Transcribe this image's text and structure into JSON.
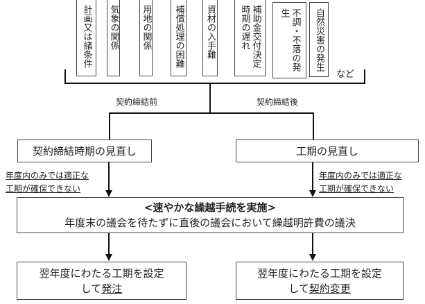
{
  "causes": [
    "計画又は諸条件",
    "気象の関係",
    "用地の関係",
    "補償処理の困難",
    "資材の入手難",
    "補助金交付決定時期の遅れ",
    "不調・不落の発生",
    "自然災害の発生"
  ],
  "etc": "など",
  "branch_before": "契約締結前",
  "branch_after": "契約締結後",
  "left_box": "契約締結時期の見直し",
  "right_box": "工期の見直し",
  "note_line1": "年度内のみでは適正な",
  "note_line2": "工期が確保できない",
  "middle_title": "<速やかな繰越手続を実施>",
  "middle_text": "年度末の議会を待たずに直後の議会において繰越明許費の議決",
  "bottom_left_line1": "翌年度にわたる工期を設定",
  "bottom_left_prefix": "して",
  "bottom_left_emph": "発注",
  "bottom_right_line1": "翌年度にわたる工期を設定",
  "bottom_right_prefix": "して",
  "bottom_right_emph": "契約変更"
}
